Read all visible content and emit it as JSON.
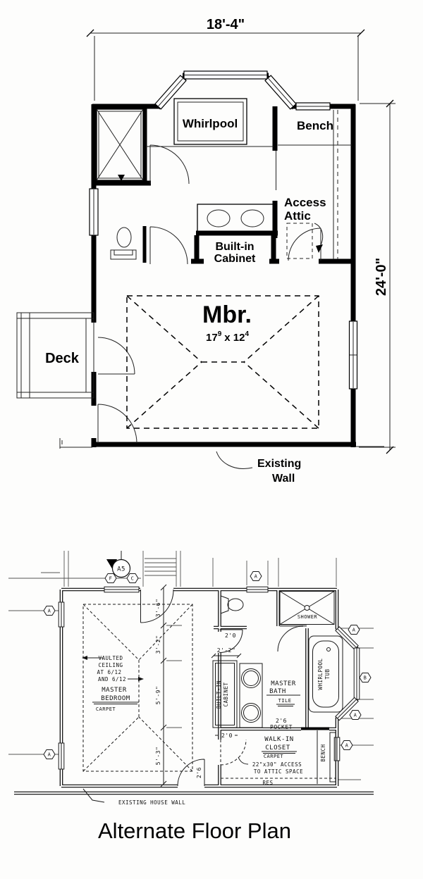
{
  "title": "Alternate Floor Plan",
  "upper_plan": {
    "dims": {
      "width": "18'-4\"",
      "height": "24'-0\""
    },
    "rooms": {
      "whirlpool": "Whirlpool",
      "bench": "Bench",
      "access_attic": {
        "line1": "Access",
        "line2": "Attic"
      },
      "built_in_cabinet": {
        "line1": "Built-in",
        "line2": "Cabinet"
      },
      "master": {
        "name": "Mbr.",
        "size_a": "17",
        "size_a_sup": "9",
        "size_b": "x 12",
        "size_b_sup": "4"
      },
      "deck": "Deck"
    },
    "notes": {
      "existing_wall": {
        "line1": "Existing",
        "line2": "Wall"
      }
    }
  },
  "lower_plan": {
    "markers": {
      "section": "A5",
      "f": "F",
      "c": "C",
      "a": "A",
      "b": "B"
    },
    "dims": {
      "d36": "3'-6\"",
      "d32": "3'-2\"",
      "d59": "5'-9\"",
      "d53": "5'-3\"",
      "d22": "2'-2\"",
      "toilet_door": "2'0",
      "pocket_size": "2'6",
      "pocket_word": "POCKET",
      "closet_door": "2'0",
      "bedroom_door": "2'6"
    },
    "notes": {
      "vaulted": {
        "l1": "VAULTED",
        "l2": "CEILING",
        "l3": "AT 6/12",
        "l4": "AND 6/12"
      },
      "attic": {
        "l1": "22\"x30\" ACCESS",
        "l2": "TO ATTIC SPACE"
      },
      "res": "RES",
      "existing": "EXISTING HOUSE WALL"
    },
    "rooms": {
      "bedroom": {
        "l1": "MASTER",
        "l2": "BEDROOM",
        "floor": "CARPET"
      },
      "bath": {
        "l1": "MASTER",
        "l2": "BATH",
        "floor": "TILE"
      },
      "cabinet": {
        "l1": "BUILT-IN",
        "l2": "CABINET"
      },
      "shower": "SHOWER",
      "tub": {
        "l1": "WHIRLPOOL",
        "l2": "TUB"
      },
      "closet": {
        "l1": "WALK-IN",
        "l2": "CLOSET",
        "floor": "CARPET"
      },
      "bench": "BENCH"
    }
  }
}
